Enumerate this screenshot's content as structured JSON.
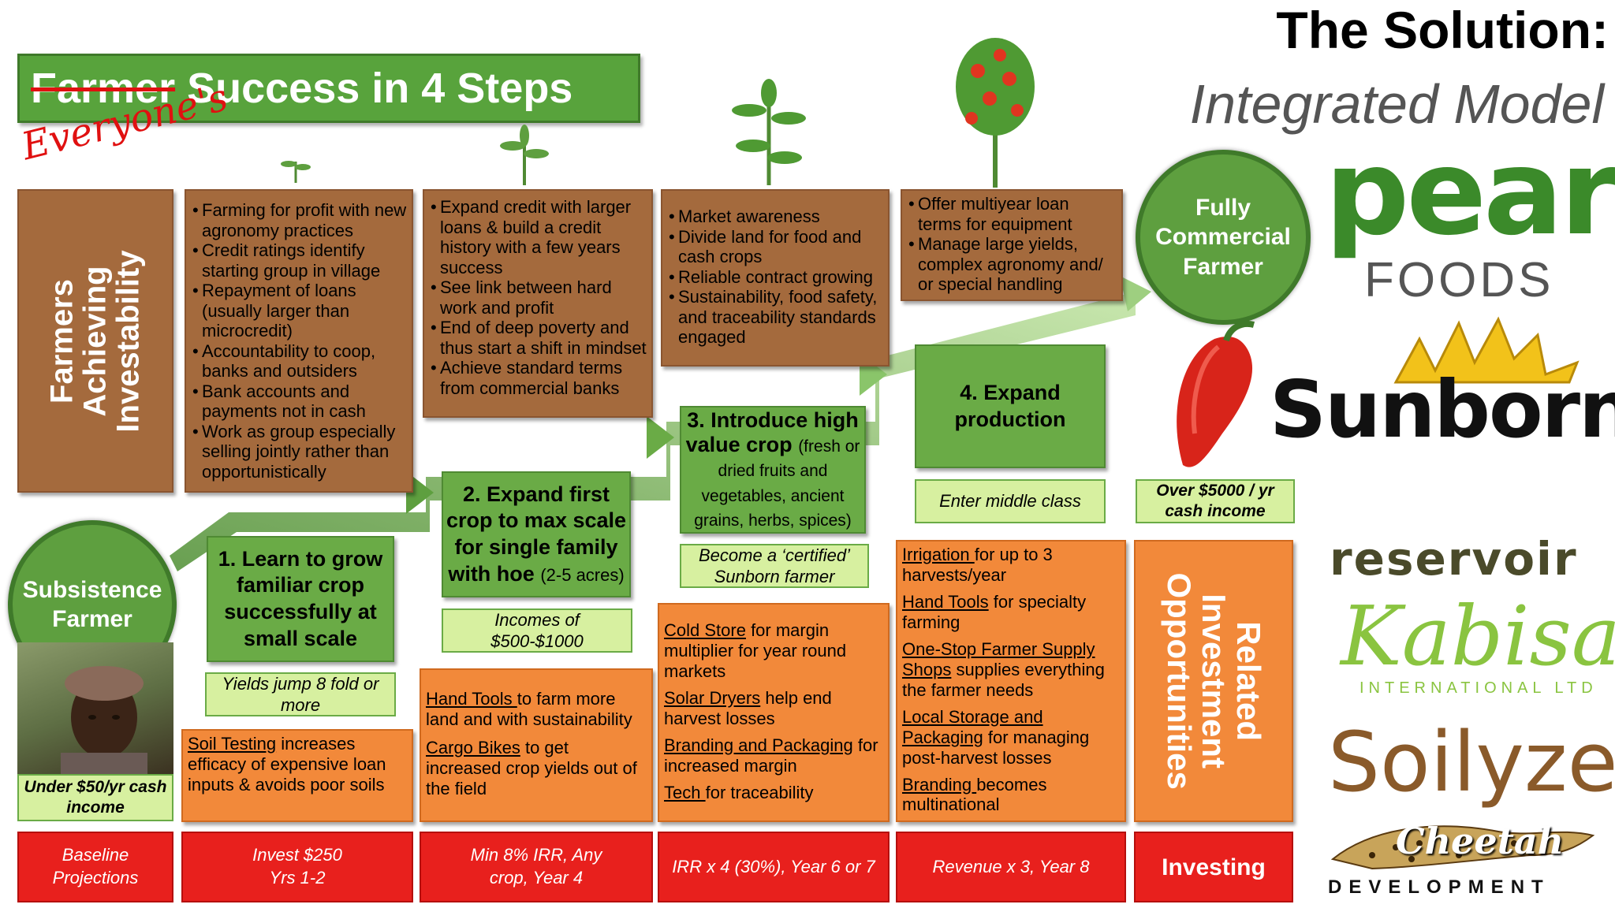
{
  "title": {
    "line1": "The Solution:",
    "line2": "Integrated Model"
  },
  "banner": {
    "struck": "Farmer",
    "rest": " Success in 4 Steps",
    "handwritten": "Everyone's"
  },
  "side_label": "Farmers Achieving Investability",
  "brown_boxes": [
    [
      "Farming for profit with new agronomy practices",
      "Credit ratings identify starting group in village",
      "Repayment of loans (usually larger than microcredit)",
      "Accountability to coop, banks and outsiders",
      "Bank accounts and payments not in cash",
      "Work as group especially selling jointly rather than opportunistically"
    ],
    [
      "Expand credit with larger loans & build a credit history with a few years success",
      "See link between hard work and profit",
      "End of deep poverty and thus start a shift in mindset",
      "Achieve standard terms from commercial banks"
    ],
    [
      "Market awareness",
      "Divide land for food and cash crops",
      "Reliable contract growing",
      "Sustainability, food safety, and traceability standards engaged"
    ],
    [
      "Offer multiyear loan terms for equipment",
      "Manage large yields, complex agronomy and/ or special handling"
    ]
  ],
  "circles": {
    "start": "Subsistence Farmer",
    "end": "Fully Commercial Farmer"
  },
  "steps": [
    {
      "title": "1. Learn to grow familiar crop successfully at small scale",
      "sub": ""
    },
    {
      "title": "2. Expand first crop to max scale for single family with hoe",
      "sub": "(2-5 acres)"
    },
    {
      "title": "3. Introduce high value crop",
      "sub": "(fresh or dried fruits and vegetables, ancient grains, herbs, spices)"
    },
    {
      "title": "4. Expand production",
      "sub": ""
    }
  ],
  "outcomes": [
    "Under $50/yr cash income",
    "Yields jump 8 fold or more",
    "Incomes of $500-$1000",
    "Become a ‘certified’ Sunborn farmer",
    "Enter middle class",
    "Over $5000 / yr cash income"
  ],
  "opportunities": {
    "col1": [
      {
        "u": "Soil Testing",
        "t": " increases efficacy of expensive loan inputs & avoids poor soils"
      }
    ],
    "col2": [
      {
        "u": "Hand Tools ",
        "t": "to farm more land and with sustainability"
      },
      {
        "u": "Cargo Bikes",
        "t": " to get increased crop yields out of the field"
      }
    ],
    "col3": [
      {
        "u": "Cold Store",
        "t": " for margin multiplier for year round markets"
      },
      {
        "u": "Solar Dryers",
        "t": " help end harvest losses"
      },
      {
        "u": "Branding and Packaging",
        "t": " for increased margin"
      },
      {
        "u": "Tech ",
        "t": "for traceability"
      }
    ],
    "col4": [
      {
        "u": "Irrigation ",
        "t": "for up to 3 harvests/year"
      },
      {
        "u": "Hand Tools",
        "t": " for specialty farming"
      },
      {
        "u": "One-Stop Farmer Supply Shops",
        "t": " supplies everything the farmer needs"
      },
      {
        "u": "Local Storage and Packaging",
        "t": " for managing post-harvest losses"
      },
      {
        "u": "Branding ",
        "t": "becomes multinational"
      }
    ],
    "label": "Related Investment Opportunities"
  },
  "projections": [
    "Baseline Projections",
    "Invest $250 Yrs 1-2",
    "Min 8% IRR, Any crop, Year 4",
    "IRR x 4 (30%), Year 6 or 7",
    "Revenue x 3, Year 8",
    "Investing"
  ],
  "logos": {
    "pearl": "pearl",
    "foods": "FOODS",
    "sunborn": "Sunborn",
    "reservoir": "reservoir",
    "kabisa": "Kabisa",
    "kabisa_sub": "INTERNATIONAL LTD",
    "soilyze": "Soilyze",
    "cheetah": "Cheetah",
    "cheetah_sub": "DEVELOPMENT"
  },
  "colors": {
    "brown": "#a46a3d",
    "green": "#6aab46",
    "light_green": "#d7f0a0",
    "orange": "#f2893a",
    "red": "#e8201d"
  }
}
